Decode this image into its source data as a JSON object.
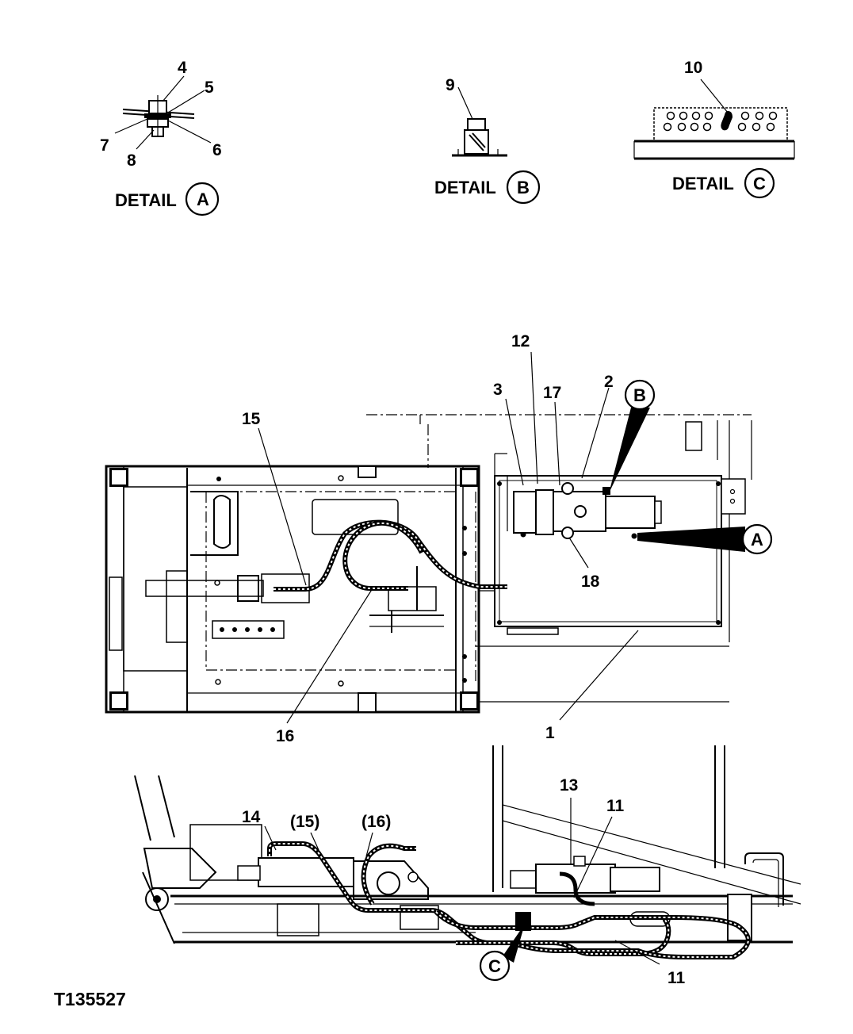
{
  "details": {
    "a": {
      "label": "DETAIL",
      "letter": "A",
      "callouts": [
        "4",
        "5",
        "6",
        "7",
        "8"
      ]
    },
    "b": {
      "label": "DETAIL",
      "letter": "B",
      "callouts": [
        "9"
      ]
    },
    "c": {
      "label": "DETAIL",
      "letter": "C",
      "callouts": [
        "10"
      ]
    }
  },
  "plan_view": {
    "callouts": [
      "12",
      "3",
      "17",
      "2",
      "15",
      "18",
      "16",
      "1"
    ],
    "markers": [
      "B",
      "A"
    ]
  },
  "side_view": {
    "callouts": [
      "13",
      "11",
      "14",
      "(15)",
      "(16)",
      "11"
    ],
    "markers": [
      "C"
    ]
  },
  "figure_code": "T135527",
  "colors": {
    "ink": "#000000",
    "paper": "#ffffff"
  }
}
